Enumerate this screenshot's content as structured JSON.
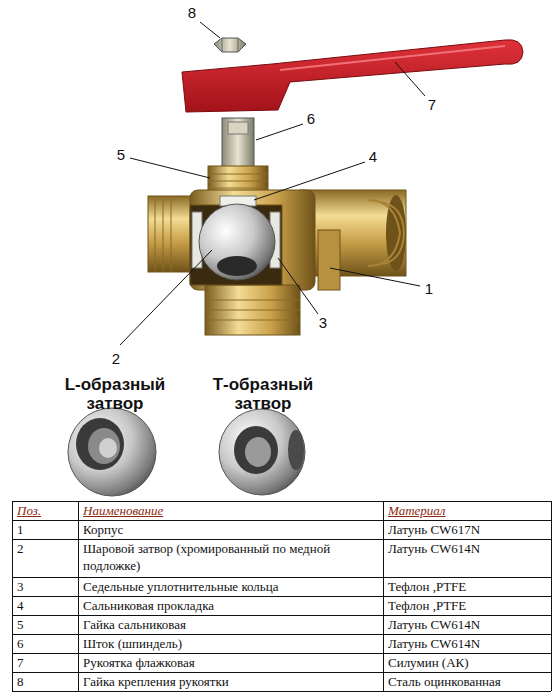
{
  "diagram": {
    "labels": [
      "8",
      "7",
      "6",
      "5",
      "4",
      "1",
      "2",
      "3",
      "L-образный затвор",
      "Т-образный затвор",
      "Поз.",
      "Наименование",
      "Материал",
      "1",
      "Корпус",
      "Латунь CW617N",
      "2",
      "Шаровой затвор (хромированный по медной подложке)",
      "Латунь CW614N",
      "3",
      "Седельные уплотнительные кольца",
      "Тефлон ,PTFE",
      "4",
      "Сальниковая прокладка",
      "Тефлон ,PTFE",
      "5",
      "Гайка сальниковая",
      "Латунь CW614N",
      "6",
      "Шток (шпиндель)",
      "Латунь CW614N",
      "7",
      "Рукоятка флажковая",
      "Силумин (АК)",
      "8",
      "Гайка крепления рукоятки",
      "Сталь оцинкованная"
    ]
  }
}
